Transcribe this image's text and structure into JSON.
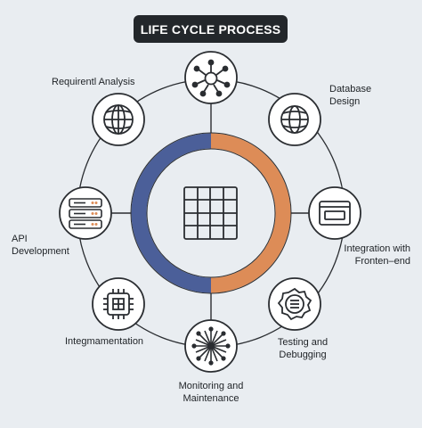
{
  "title": "LIFE CYCLE PROCESS",
  "colors": {
    "background": "#e9edf1",
    "ring_blue": "#4b5f99",
    "ring_orange": "#dd8c57",
    "line": "#2a2d31",
    "node_fill": "#ffffff",
    "title_bg": "#23272b"
  },
  "center_icon": "grid-icon",
  "nodes": [
    {
      "id": "top",
      "icon": "network-hub-icon",
      "label_lines": []
    },
    {
      "id": "requirement",
      "icon": "globe-icon",
      "label_lines": [
        "Requirentl Analysis"
      ]
    },
    {
      "id": "database",
      "icon": "globe-icon",
      "label_lines": [
        "Database",
        "Design"
      ]
    },
    {
      "id": "api",
      "icon": "server-icon",
      "label_lines": [
        "API",
        "Development"
      ]
    },
    {
      "id": "integration",
      "icon": "browser-window-icon",
      "label_lines": [
        "Integration with",
        "Fronten–end"
      ]
    },
    {
      "id": "implementation",
      "icon": "chip-icon",
      "label_lines": [
        "Integmamentation"
      ]
    },
    {
      "id": "testing",
      "icon": "document-badge-icon",
      "label_lines": [
        "Testing and",
        "Debugging"
      ]
    },
    {
      "id": "monitoring",
      "icon": "starburst-icon",
      "label_lines": [
        "Monitoring and",
        "Maintenance"
      ]
    }
  ]
}
